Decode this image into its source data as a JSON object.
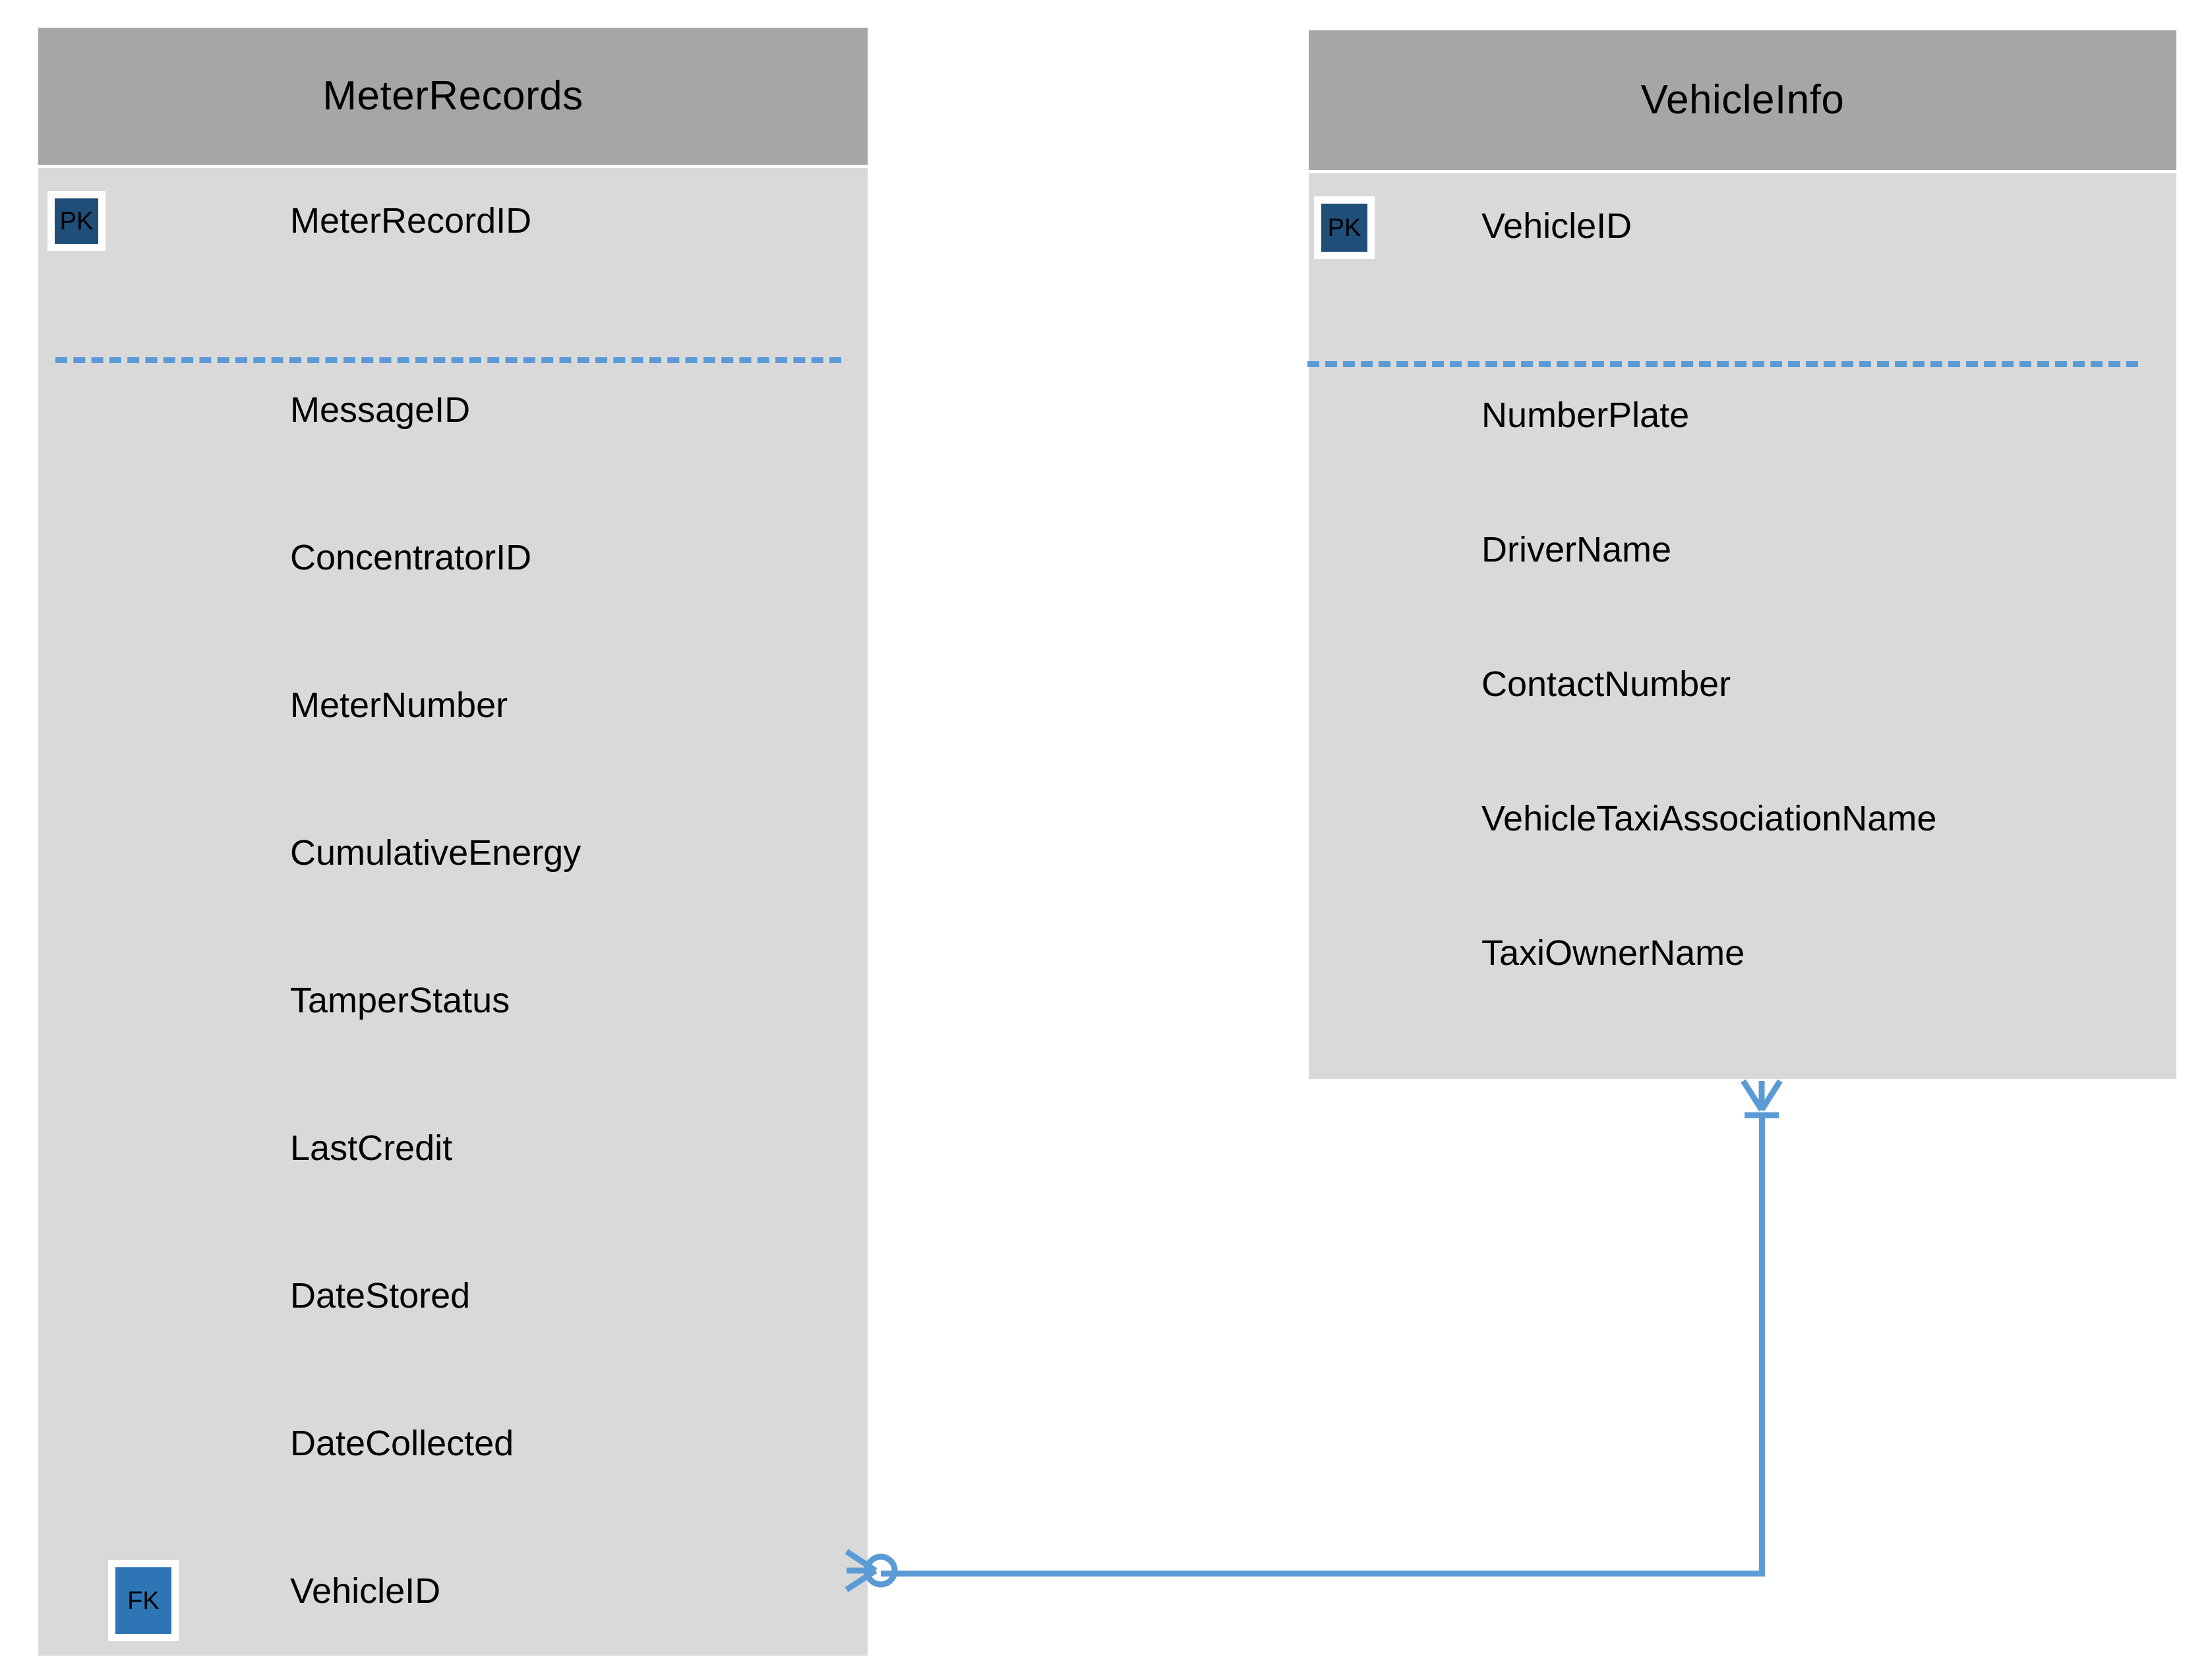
{
  "diagram": {
    "type": "entity-relationship-diagram",
    "notation": "crow's-foot",
    "background_color": "#FFFFFF",
    "entity_header_color": "#A6A6A6",
    "entity_body_color": "#D9D9D9",
    "pk_badge_color": "#1F4E79",
    "fk_badge_color": "#2E75B6",
    "connector_color": "#5B9BD5"
  },
  "entities": [
    {
      "name": "MeterRecords",
      "title": "MeterRecords",
      "primary_key": {
        "badge": "PK",
        "field": "MeterRecordID"
      },
      "fields": [
        {
          "label": "MessageID",
          "key": ""
        },
        {
          "label": "ConcentratorID",
          "key": ""
        },
        {
          "label": "MeterNumber",
          "key": ""
        },
        {
          "label": "CumulativeEnergy",
          "key": ""
        },
        {
          "label": "TamperStatus",
          "key": ""
        },
        {
          "label": "LastCredit",
          "key": ""
        },
        {
          "label": "DateStored",
          "key": ""
        },
        {
          "label": "DateCollected",
          "key": ""
        },
        {
          "label": "VehicleID",
          "key": "FK"
        }
      ]
    },
    {
      "name": "VehicleInfo",
      "title": "VehicleInfo",
      "primary_key": {
        "badge": "PK",
        "field": "VehicleID"
      },
      "fields": [
        {
          "label": "NumberPlate",
          "key": ""
        },
        {
          "label": "DriverName",
          "key": ""
        },
        {
          "label": "ContactNumber",
          "key": ""
        },
        {
          "label": "VehicleTaxiAssociationName",
          "key": ""
        },
        {
          "label": "TaxiOwnerName",
          "key": ""
        }
      ]
    }
  ],
  "relationship": {
    "from_entity": "MeterRecords",
    "from_field": "VehicleID",
    "to_entity": "VehicleInfo",
    "to_field": "VehicleID",
    "from_cardinality": "zero-or-many",
    "to_cardinality": "one-and-only-one",
    "line_color": "#5B9BD5"
  }
}
